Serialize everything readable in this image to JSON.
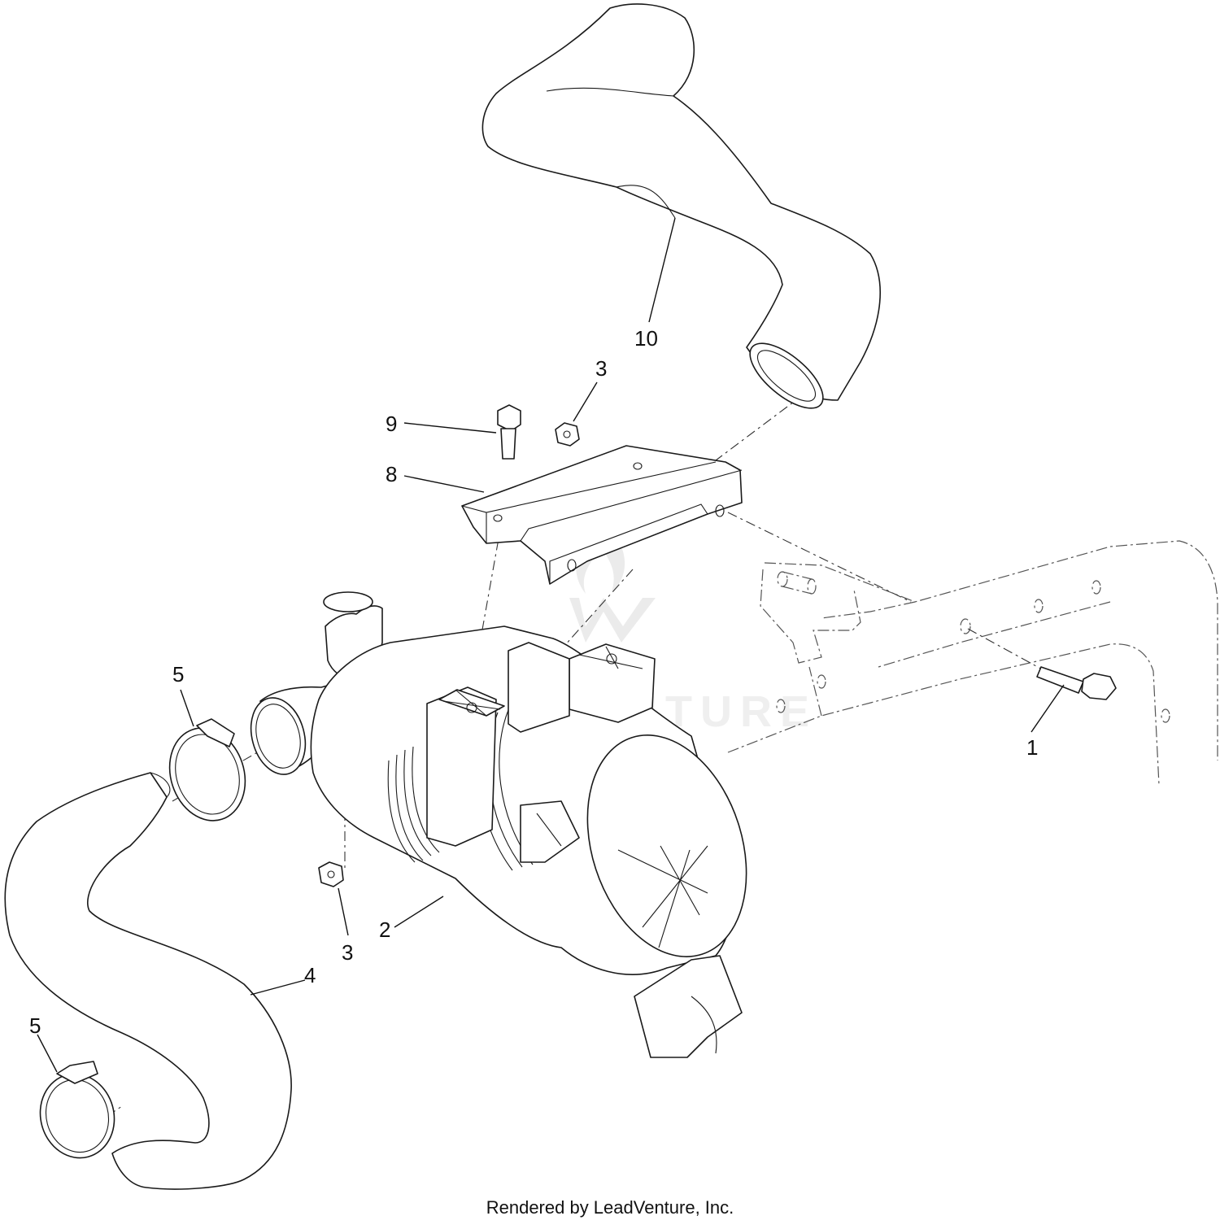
{
  "callouts": [
    {
      "id": "c1",
      "text": "1"
    },
    {
      "id": "c2",
      "text": "2"
    },
    {
      "id": "c3a",
      "text": "3"
    },
    {
      "id": "c3b",
      "text": "3"
    },
    {
      "id": "c4",
      "text": "4"
    },
    {
      "id": "c5a",
      "text": "5"
    },
    {
      "id": "c5b",
      "text": "5"
    },
    {
      "id": "c8",
      "text": "8"
    },
    {
      "id": "c9",
      "text": "9"
    },
    {
      "id": "c10",
      "text": "10"
    }
  ],
  "watermark": {
    "text": "LEADVENTURE",
    "color": "#d9d9d9"
  },
  "footer": {
    "text": "Rendered by LeadVenture, Inc."
  }
}
